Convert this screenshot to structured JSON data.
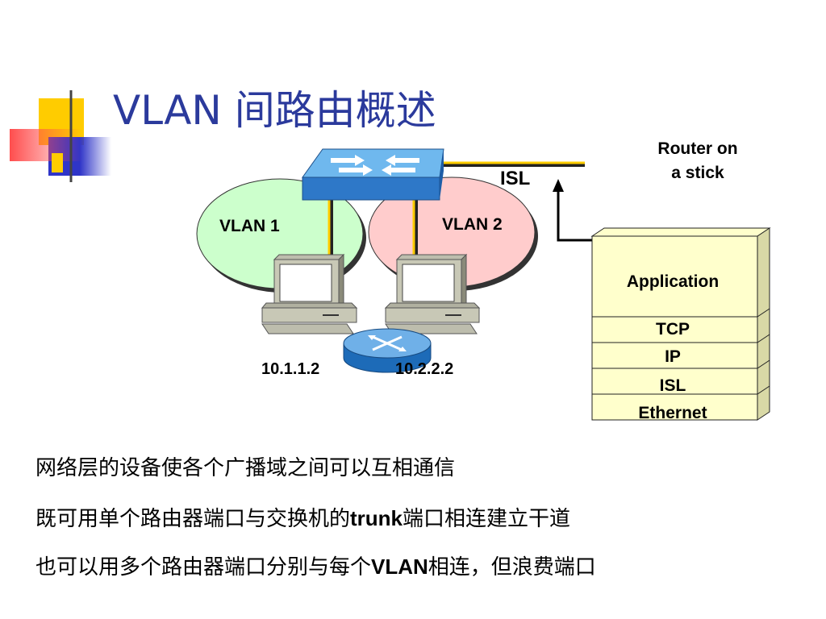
{
  "title": "VLAN 间路由概述",
  "diagram": {
    "router_on_stick": [
      "Router on",
      "a stick"
    ],
    "isl_link": "ISL",
    "vlan1": "VLAN 1",
    "vlan2": "VLAN 2",
    "host1_ip": "10.1.1.2",
    "host2_ip": "10.2.2.2",
    "stack": {
      "application": "Application",
      "tcp": "TCP",
      "ip": "IP",
      "isl": "ISL",
      "ethernet": "Ethernet"
    }
  },
  "bullets": [
    {
      "pre": "网络层的设备使各个广播域之间可以互相通信",
      "bold": "",
      "post": ""
    },
    {
      "pre": "既可用单个路由器端口与交换机的",
      "bold": "trunk",
      "post": "端口相连建立干道"
    },
    {
      "pre": "也可以用多个路由器端口分别与每个",
      "bold": "VLAN",
      "post": "相连，但浪费端口"
    }
  ],
  "colors": {
    "title": "#2b3a9c",
    "accent_yellow": "#ffcc00",
    "accent_blue": "#3333cc",
    "accent_red": "#ff5555",
    "vlan1_fill": "#ccffcc",
    "vlan2_fill": "#ffcccc",
    "stack_fill": "#ffffcc",
    "switch_blue": "#2e78c8"
  }
}
